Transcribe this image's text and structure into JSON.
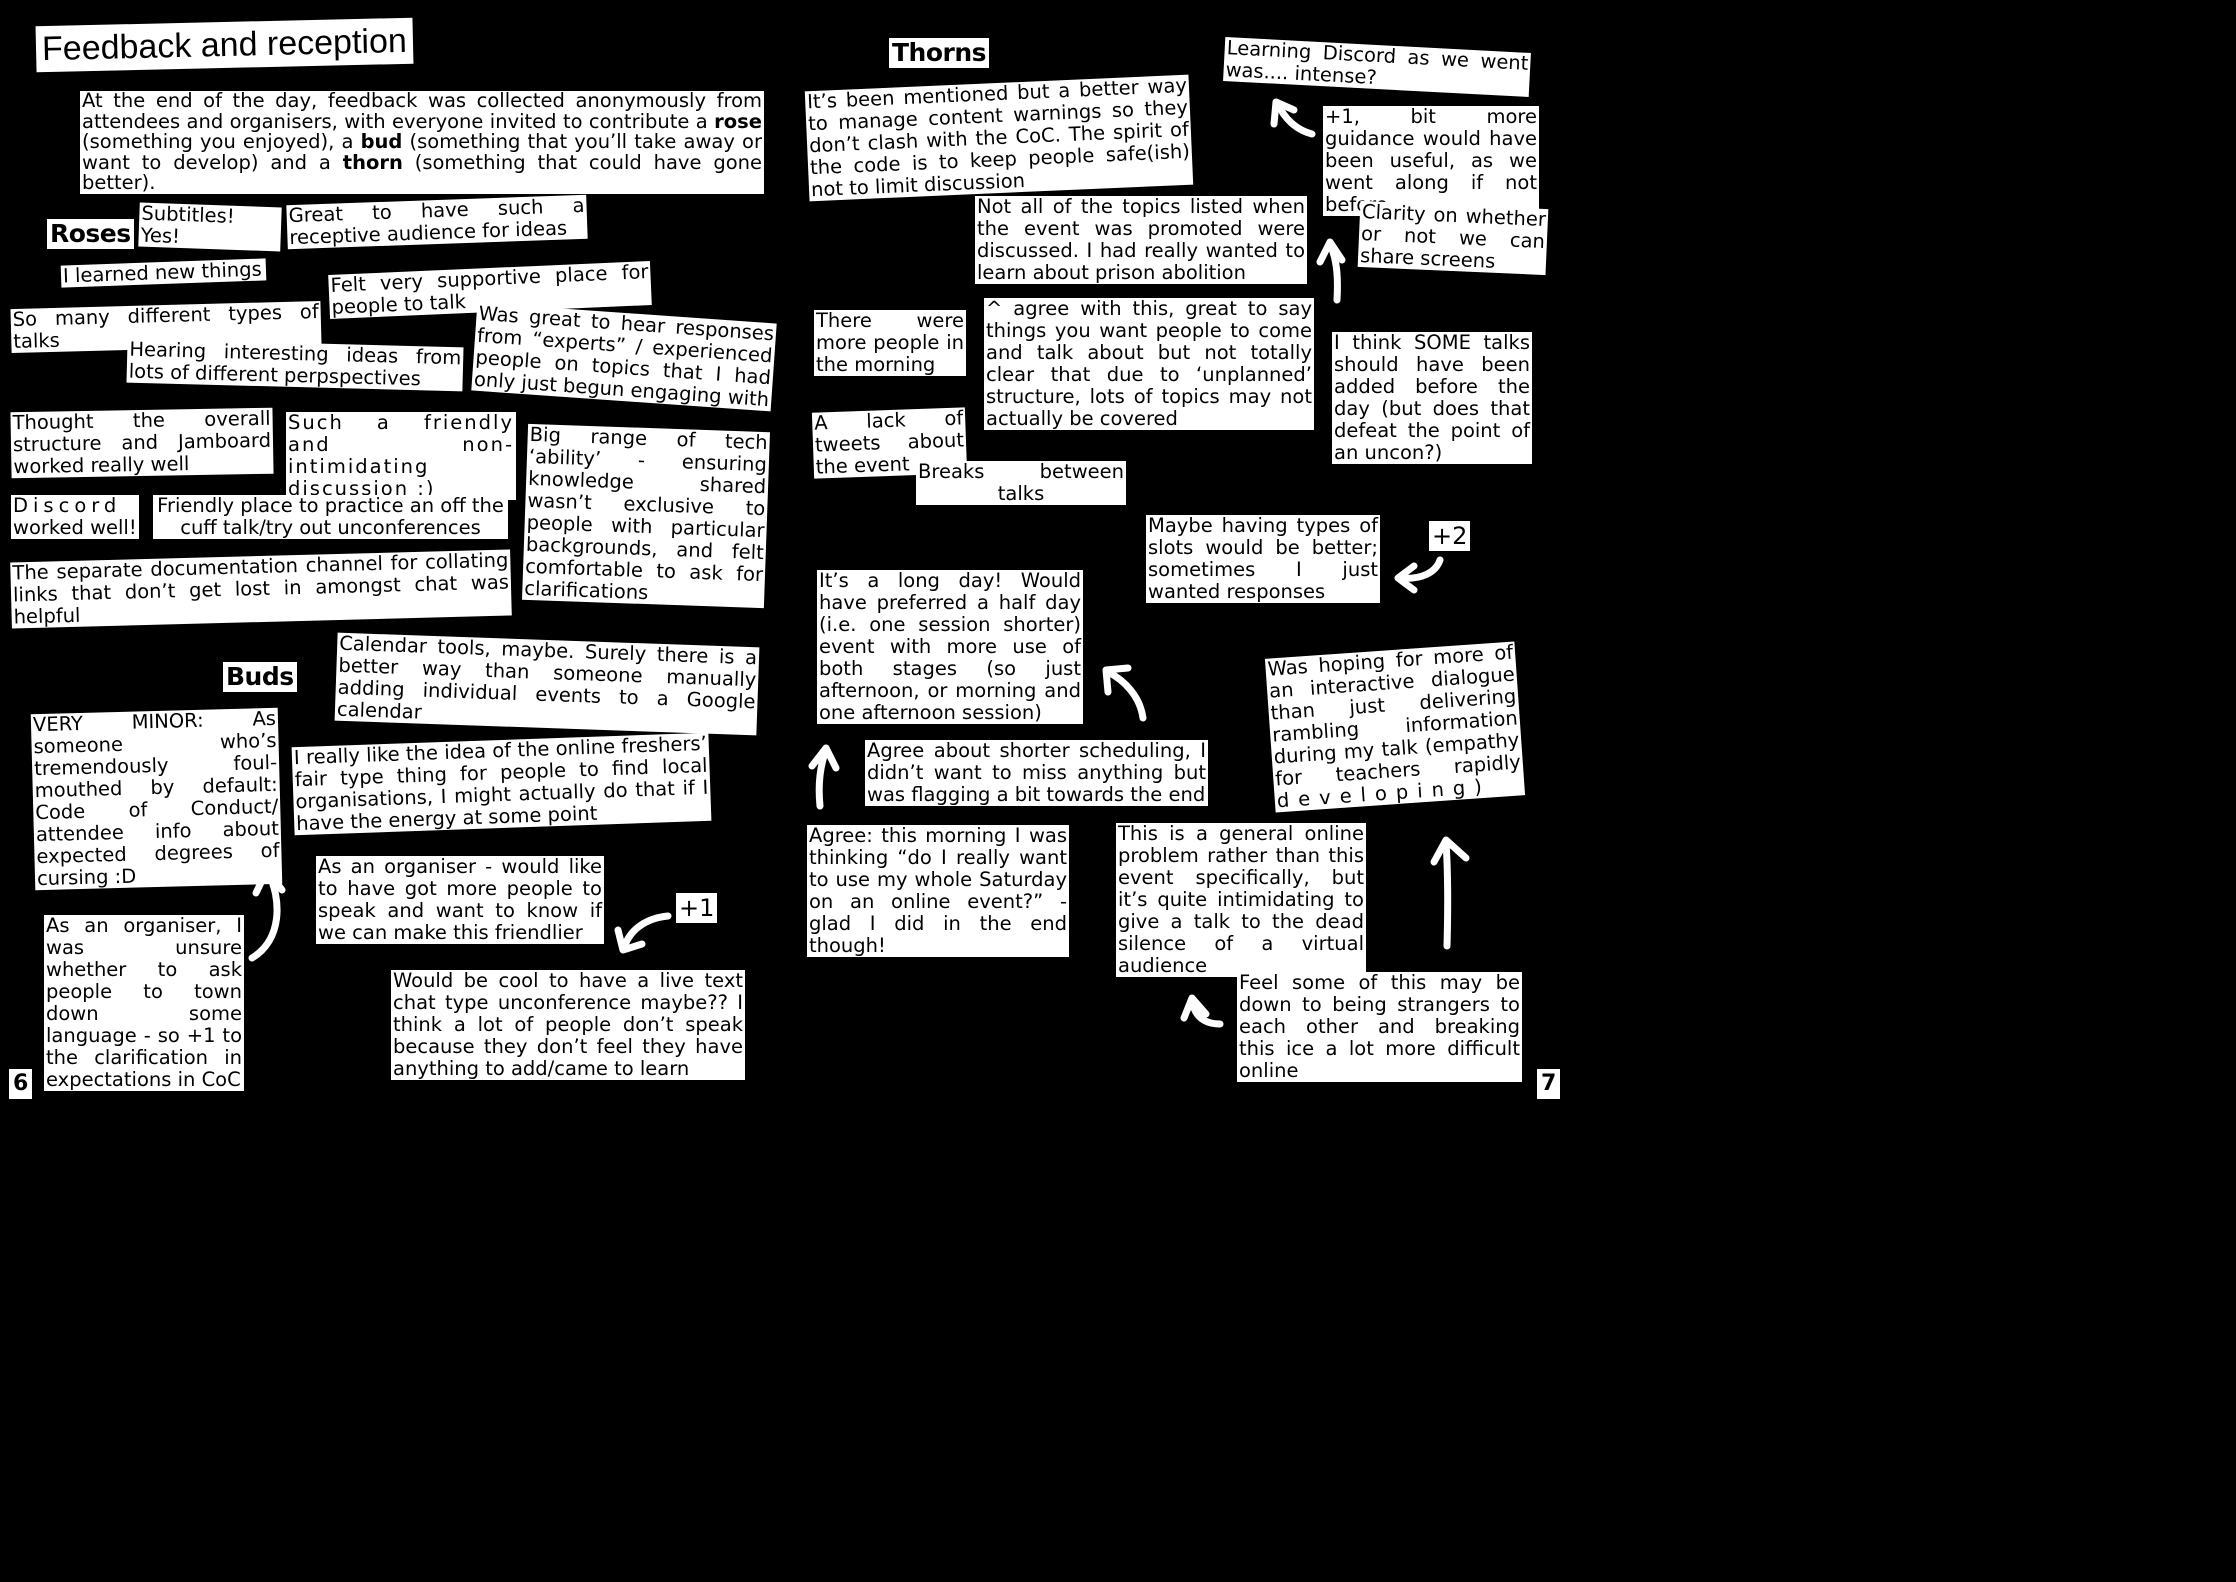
{
  "title": "Feedback and reception",
  "intro": {
    "part1": "At the end of the day, feedback was collected anonymously from attendees and organisers, with everyone invited to contribute a ",
    "rose": "rose",
    "part2": " (something you enjoyed), a ",
    "bud": "bud",
    "part3": " (something that you’ll take away or want to develop) and a ",
    "thorn": "thorn",
    "part4": " (something that could have gone better)."
  },
  "headings": {
    "roses": "Roses",
    "buds": "Buds",
    "thorns": "Thorns"
  },
  "page_numbers": {
    "left": "6",
    "right": "7"
  },
  "tags": {
    "plus_one": "+1",
    "plus_two": "+2"
  },
  "roses": [
    "Subtitles! Yes!",
    "Great to have such a receptive audience for ideas",
    "I learned new things",
    "Felt very supportive place for people to talk",
    "So many different types of talks",
    "Was great to hear responses from “experts” / experienced people on topics that I had only just begun engaging with",
    "Hearing interesting ideas from lots of different perpspectives",
    "Thought the overall structure and Jamboard worked really well",
    "Such a friendly and non-intimidating discussion :)",
    "Big range of tech ‘ability’ - ensuring knowledge shared wasn’t exclusive to people with particular backgrounds, and felt comfortable to ask for clarifications",
    "Discord",
    "worked well!",
    "Friendly place to practice an off the cuff talk/try out unconferences",
    "The separate documentation channel for collating links that don’t get lost in amongst chat was helpful"
  ],
  "buds": [
    "Calendar tools, maybe. Surely there is a better way than someone manually adding individual events to a Google calendar",
    "VERY MINOR: As someone who’s tremendously foul-mouthed by default: Code of Conduct/ attendee info about expected degrees of cursing :D",
    "I really like the idea of the online freshers’ fair type thing for people to find local organisations, I might actually do that if I have the energy at some point",
    "As an organiser - would like to have got more people to speak and want to know if we can make this friendlier",
    "As an organiser, I was unsure whether to ask people to town down some language - so +1 to the clarification in expectations in CoC",
    "Would be cool to have a live text chat type unconference maybe?? I think a lot of people don’t speak because they don’t feel they have anything to add/came to learn"
  ],
  "thorns": [
    "It’s been mentioned but a better way to manage content warnings so they don’t clash with the CoC. The spirit of the code is to keep people safe(ish) not to limit discussion",
    "Learning Discord as we went was.... intense?",
    "+1, bit more guidance would have been useful, as we went along if not before",
    "Not all of the topics listed when the event was promoted were discussed. I had really wanted to learn about prison abolition",
    "Clarity on whether or not we can share screens",
    "There were more people in the morning",
    "^ agree with this, great to say things you want people to come and talk about but not totally clear that due to ‘unplanned’ structure, lots of topics may not actually be covered",
    "I think SOME talks should have been added before the day (but does that defeat the point of an uncon?)",
    "A lack of tweets about the event",
    "Breaks between talks",
    "Maybe having types of slots would be better; sometimes I just wanted responses",
    "It’s a long day! Would have preferred a half day (i.e. one session shorter) event with more use of both stages (so just afternoon, or morning and one afternoon session)",
    "Was hoping for more of an interactive dialogue than just delivering rambling information during my talk (empathy for teachers rapidly",
    "developing",
    ")",
    "Agree about shorter scheduling, I didn’t want to miss anything but was flagging a bit towards the end",
    "Agree: this morning I was thinking “do I really want to use my whole Saturday on an online event?” - glad I did in the end though!",
    "This is a general online problem rather than this event specifically, but it’s quite intimidating to give a talk to the dead silence of a virtual audience",
    "Feel some of this may be down to being strangers to each other and breaking this ice a lot more difficult online"
  ],
  "colors": {
    "background": "#000000",
    "note": "#ffffff",
    "text": "#000000",
    "arrow": "#ffffff"
  }
}
